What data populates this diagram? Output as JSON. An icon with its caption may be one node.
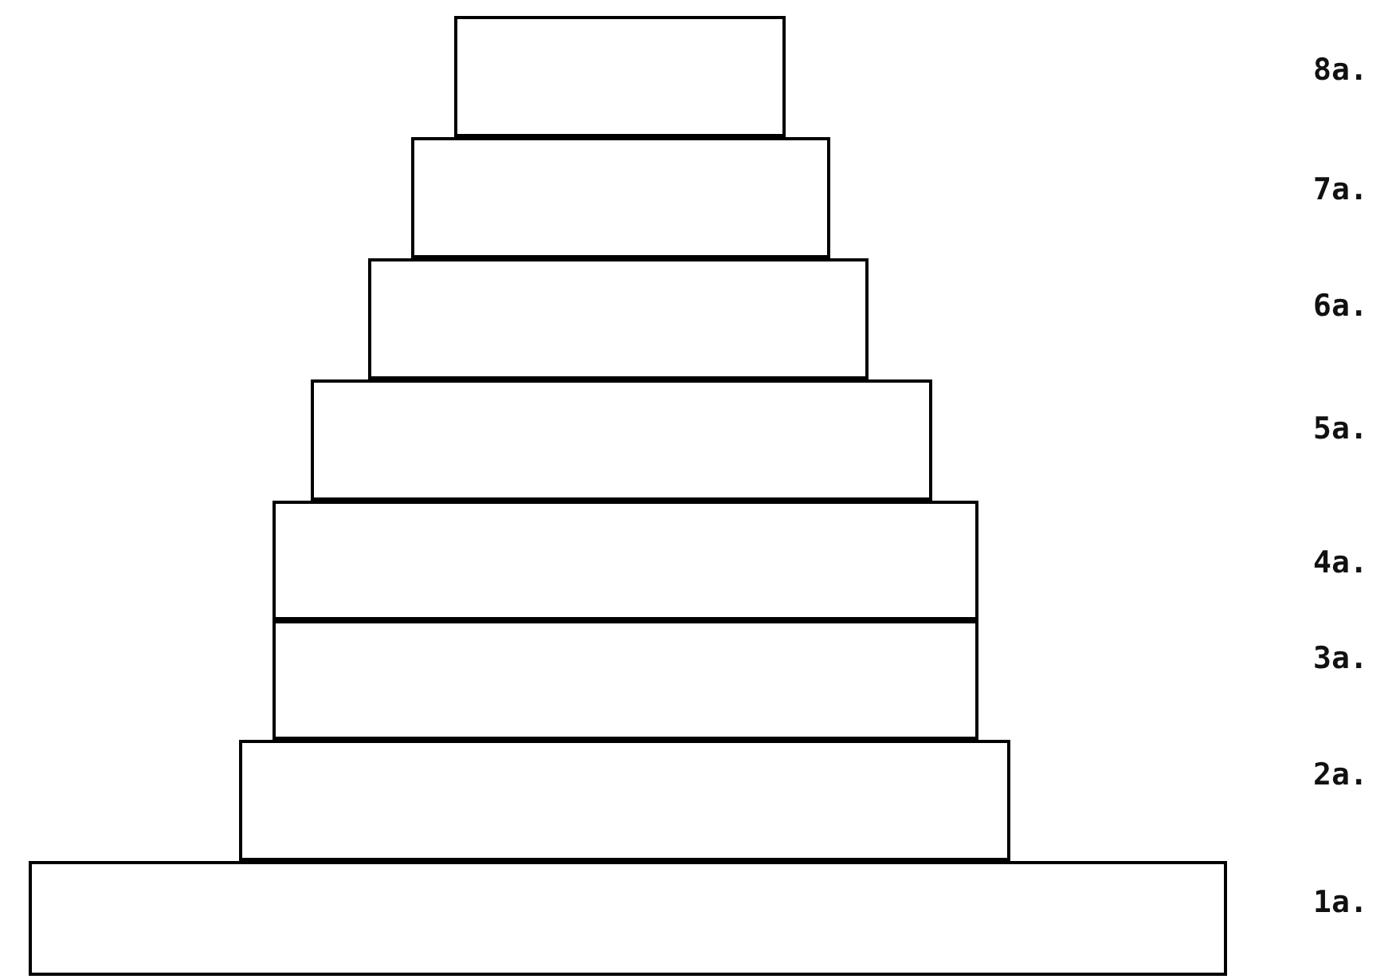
{
  "diagram": {
    "nodes": [
      {
        "text": [],
        "shape": "box"
      },
      {
        "text": [],
        "shape": "box"
      },
      {
        "text": [],
        "shape": "box"
      },
      {
        "text": [],
        "shape": "box"
      },
      {
        "text": [],
        "shape": "box"
      },
      {
        "text": [],
        "shape": "box"
      },
      {
        "text": [],
        "shape": "box"
      },
      {
        "text": [],
        "shape": "box"
      }
    ],
    "labels": [
      "8a.",
      "7a.",
      "6a.",
      "5a.",
      "4a.",
      "3a.",
      "2a.",
      "1a."
    ]
  }
}
